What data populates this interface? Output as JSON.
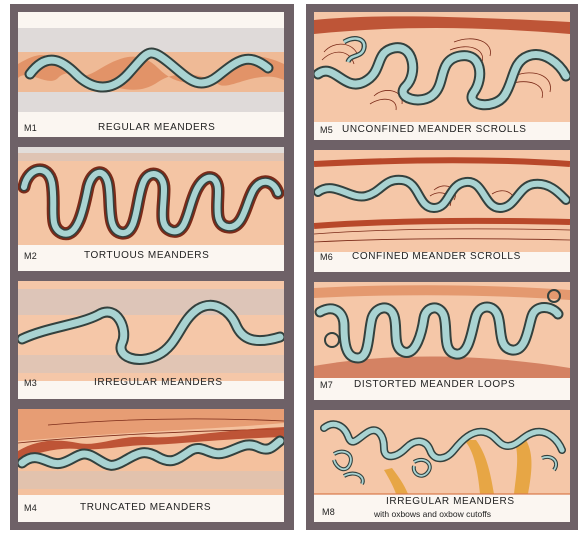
{
  "panels": [
    {
      "code": "M1",
      "caption": "REGULAR MEANDERS"
    },
    {
      "code": "M2",
      "caption": "TORTUOUS MEANDERS"
    },
    {
      "code": "M3",
      "caption": "IRREGULAR MEANDERS"
    },
    {
      "code": "M4",
      "caption": "TRUNCATED MEANDERS"
    },
    {
      "code": "M5",
      "caption": "UNCONFINED MEANDER SCROLLS"
    },
    {
      "code": "M6",
      "caption": "CONFINED MEANDER SCROLLS"
    },
    {
      "code": "M7",
      "caption": "DISTORTED MEANDER LOOPS"
    },
    {
      "code": "M8",
      "caption": "IRREGULAR MEANDERS",
      "subcaption": "with oxbows and oxbow cutoffs"
    }
  ],
  "colors": {
    "frame": "#6e6167",
    "paper": "#fbf6f1",
    "floodplain": "#f2b489",
    "floodplain_dark": "#d9794a",
    "bank": "#b8482a",
    "channel": "#a9d3d2",
    "channel_edge": "#33413e",
    "haze": "#c9c3c4"
  }
}
